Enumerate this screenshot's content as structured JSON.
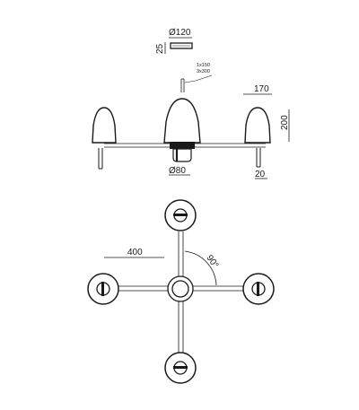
{
  "front_view": {
    "canopy_diameter": "Ø120",
    "canopy_height": "25",
    "bulb_spec_1": "1x150",
    "bulb_spec_2": "3x300",
    "shade_width": "170",
    "shade_height": "200",
    "body_diameter": "Ø80",
    "stem_height": "20"
  },
  "top_view": {
    "arm_length": "400",
    "angle": "90°"
  }
}
